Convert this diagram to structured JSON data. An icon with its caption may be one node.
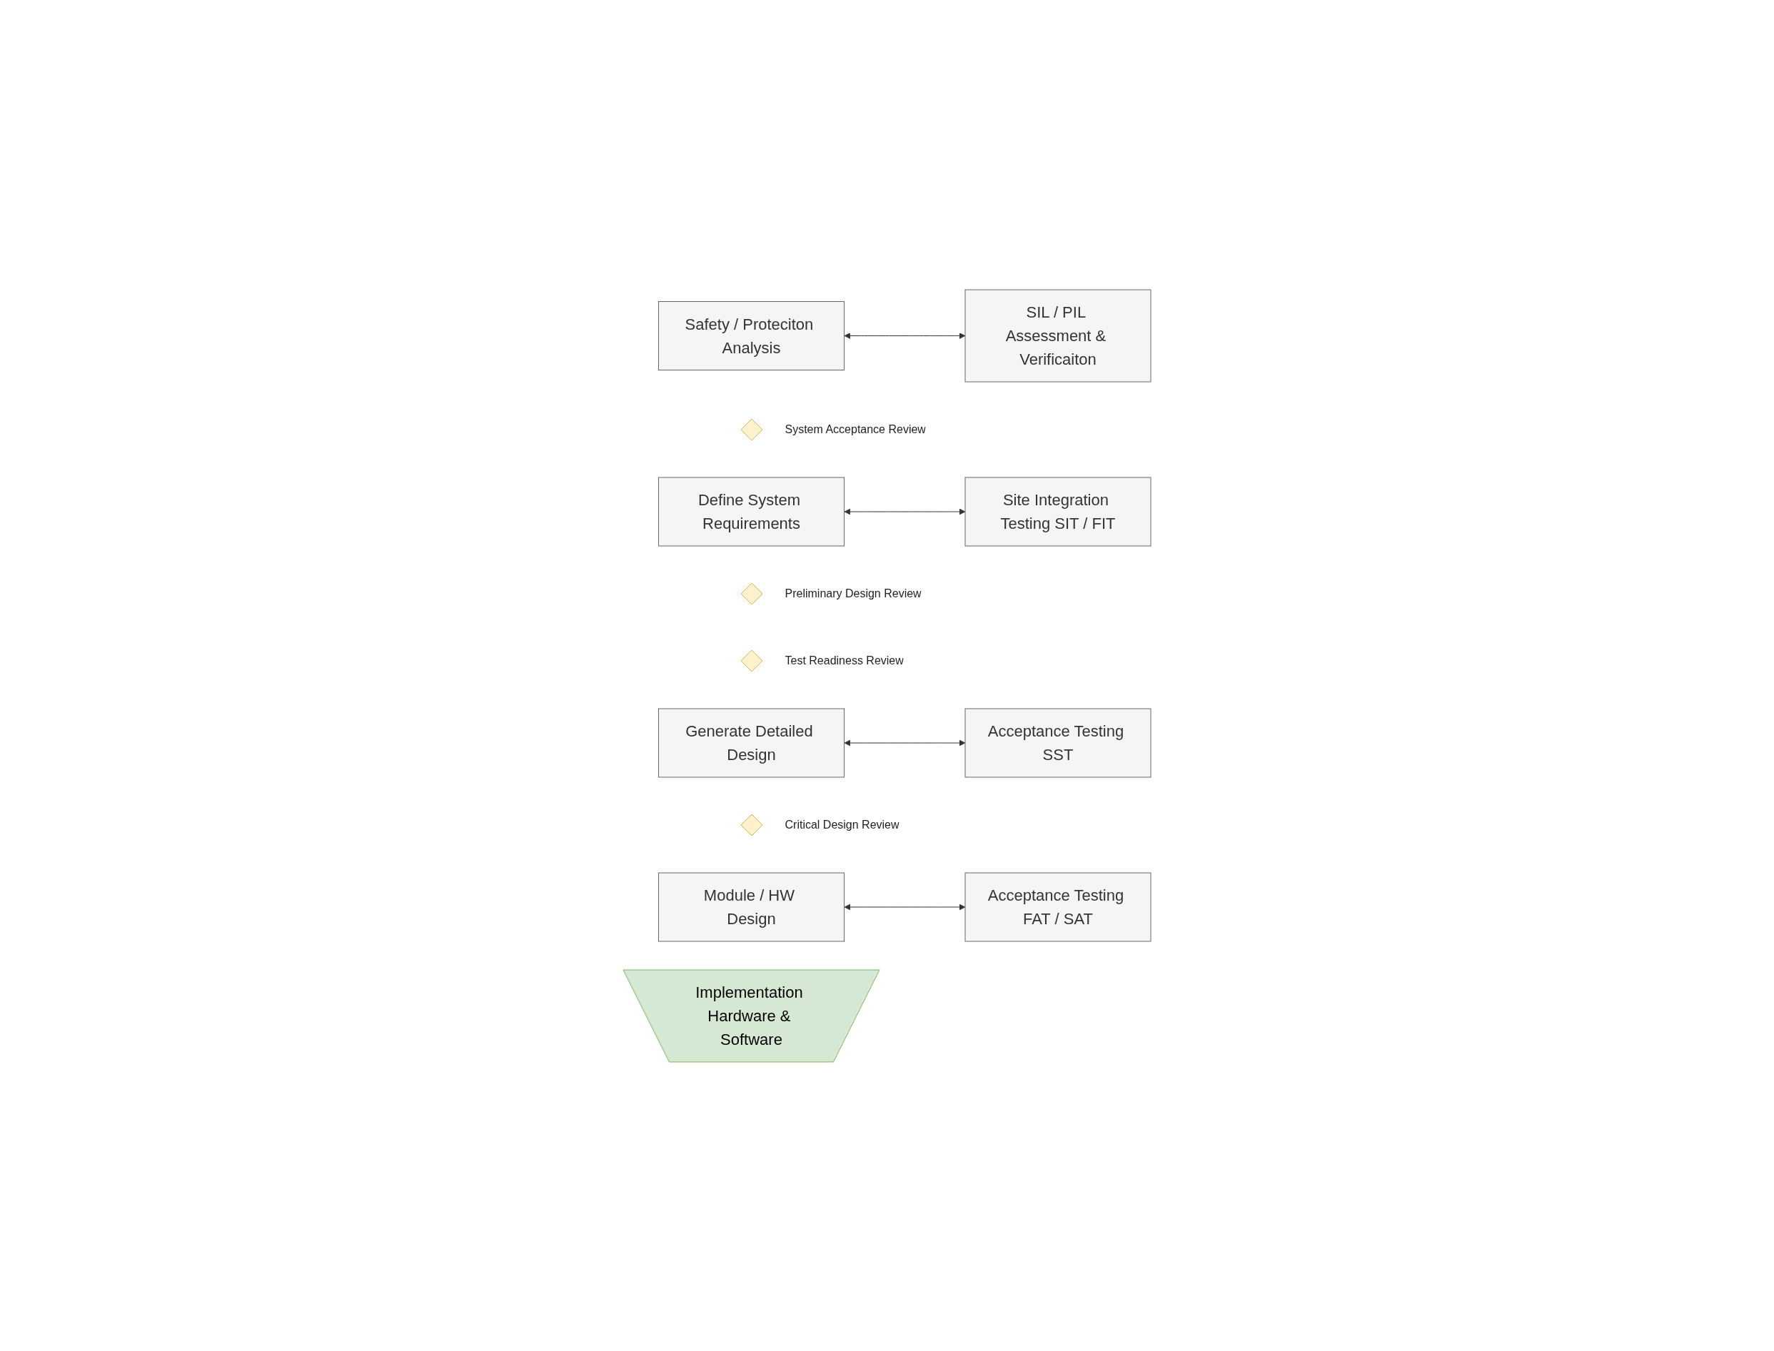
{
  "diagram": {
    "nodes": [
      {
        "text": [
          "Safety / Proteciton Analysis"
        ]
      },
      {
        "text": [
          "SIL / PIL Assessment & Verificaiton"
        ]
      },
      {
        "text": [],
        "shape": "diamond",
        "beside": [
          "System Acceptance Review"
        ]
      },
      {
        "text": [
          "Define System Requirements"
        ]
      },
      {
        "text": [
          "Site Integration Testing SIT / FIT"
        ]
      },
      {
        "text": [],
        "shape": "diamond",
        "beside": [
          "Preliminary Design Review"
        ]
      },
      {
        "text": [],
        "shape": "diamond",
        "beside": [
          "Test Readiness Review"
        ]
      },
      {
        "text": [
          "Generate Detailed Design"
        ]
      },
      {
        "text": [
          "Acceptance Testing SST"
        ]
      },
      {
        "text": [],
        "shape": "diamond",
        "beside": [
          "Critical Design Review"
        ]
      },
      {
        "text": [
          "Module / HW Design"
        ]
      },
      {
        "text": [
          "Acceptance Testing FAT / SAT"
        ]
      },
      {
        "text": [
          "Implementation Hardware & Software"
        ]
      }
    ],
    "edges": [
      {
        "from": 0,
        "to": 1,
        "arrow": "both"
      },
      {
        "from": 3,
        "to": 4,
        "arrow": "both"
      },
      {
        "from": 7,
        "to": 8,
        "arrow": "both"
      },
      {
        "from": 10,
        "to": 11,
        "arrow": "both"
      }
    ]
  }
}
